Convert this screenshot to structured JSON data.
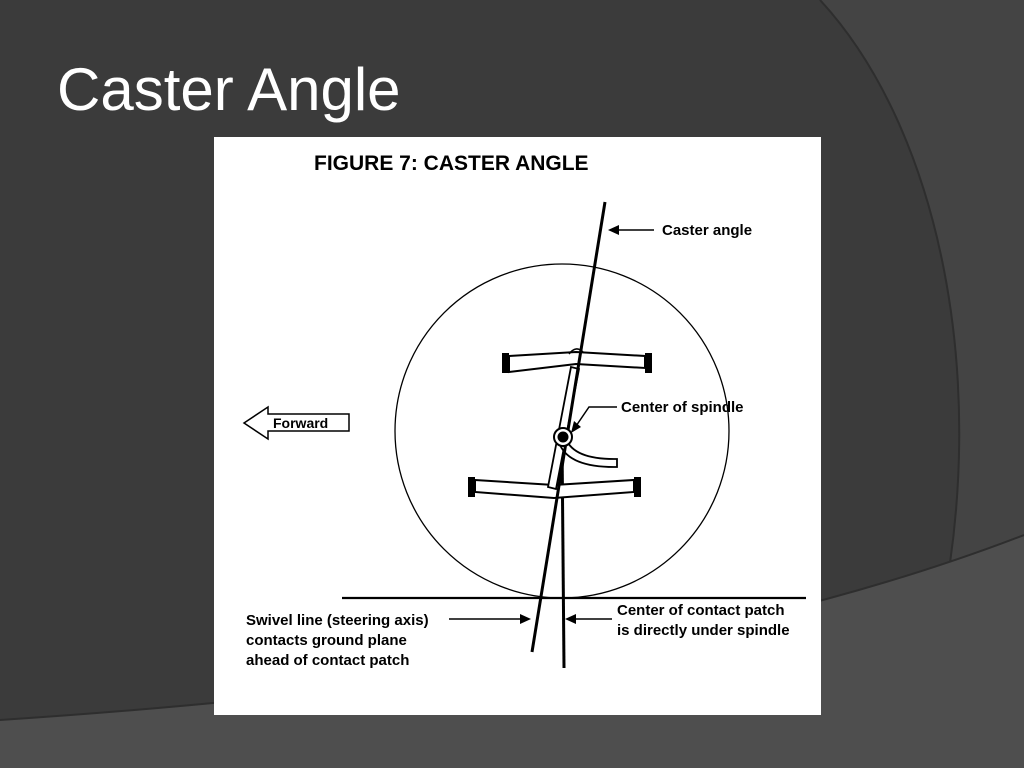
{
  "slide": {
    "title": "Caster Angle",
    "background_color": "#3b3b3b",
    "title_color": "#ffffff"
  },
  "figure": {
    "heading": "FIGURE 7: CASTER ANGLE",
    "forward_label": "Forward",
    "labels": {
      "caster_angle": "Caster angle",
      "center_of_spindle": "Center of spindle",
      "swivel_line": [
        "Swivel line (steering axis)",
        "contacts ground plane",
        "ahead of contact patch"
      ],
      "contact_patch": [
        "Center of contact patch",
        "is directly under spindle"
      ]
    }
  }
}
